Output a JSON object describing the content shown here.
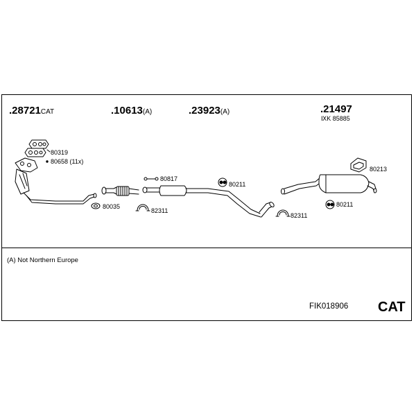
{
  "parts": {
    "p1": {
      "number": ".28721",
      "suffix": "CAT"
    },
    "p2": {
      "number": ".10613",
      "suffix": "(A)"
    },
    "p3": {
      "number": ".23923",
      "suffix": "(A)"
    },
    "p4": {
      "number": ".21497",
      "sub": "ⅨK 85885"
    }
  },
  "callouts": {
    "c80319": "80319",
    "c80658": "80658 (11x)",
    "c80817": "80817",
    "c80035": "80035",
    "c82311a": "82311",
    "c80211a": "80211",
    "c82311b": "82311",
    "c80213": "80213",
    "c80211b": "80211"
  },
  "note": "(A) Not Northern Europe",
  "footer": {
    "code": "FIK018906",
    "badge": "CAT"
  }
}
